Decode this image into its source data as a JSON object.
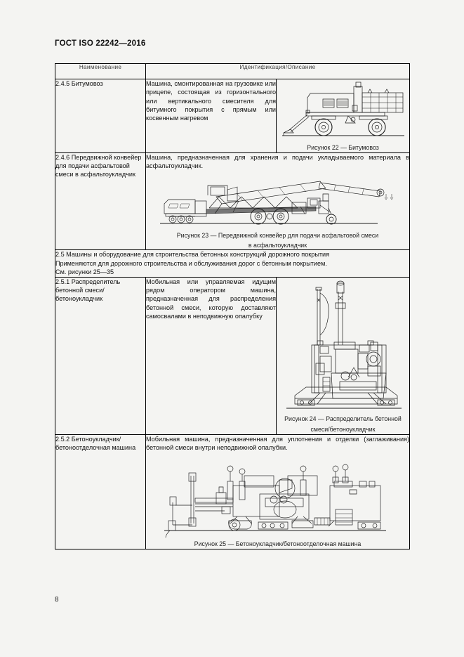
{
  "document": {
    "title": "ГОСТ ISO 22242—2016",
    "page_number": "8"
  },
  "table": {
    "headers": {
      "name": "Наименование",
      "description": "Идентификация/Описание"
    },
    "rows": [
      {
        "id": "2.4.5",
        "name": "2.4.5  Битумовоз",
        "description": "Машина, смонтированная на грузовике или прицепе, состоящая из горизонтального или вертикального смесителя для битумного покрытия с прямым или косвенным нагревом",
        "figure_caption": "Рисунок 22 — Битумовоз",
        "figure_name": "bitumen-truck-illustration"
      },
      {
        "id": "2.4.6",
        "name": "2.4.6  Передвижной конвейер для подачи асфальтовой смеси в асфальтоукладчик",
        "description": "Машина, предназначенная для хранения и подачи укладываемого материала в асфальтоукладчик.",
        "figure_caption_line1": "Рисунок 23 — Передвижной конвейер для подачи асфальтовой смеси",
        "figure_caption_line2": "в асфальтоукладчик",
        "figure_name": "mobile-conveyor-illustration"
      },
      {
        "id": "2.5",
        "section_line1": "2.5  Машины и оборудование для строительства бетонных конструкций дорожного покрытия",
        "section_line2": "Применяются для дорожного строительства и обслуживания дорог с бетонным покрытием.",
        "section_line3": "См. рисунки 25—35"
      },
      {
        "id": "2.5.1",
        "name": "2.5.1  Распределитель бетонной смеси/ бетоноукладчик",
        "description": "Мобильная или управляемая идущим рядом оператором машина, предназначенная для распределения бетонной смеси, которую доставляют самосвалами в неподвижную опалубку",
        "figure_caption_line1": "Рисунок 24 — Распределитель бетонной",
        "figure_caption_line2": "смеси/бетоноукладчик",
        "figure_name": "concrete-spreader-illustration"
      },
      {
        "id": "2.5.2",
        "name": "2.5.2  Бетоноукладчик/ бетоноотделочная машина",
        "description": "Мобильная машина, предназначенная для уплотнения и отделки (заглаживания) бетонной смеси внутри неподвижной опалубки.",
        "figure_caption": "Рисунок 25 — Бетоноукладчик/бетоноотделочная машина",
        "figure_name": "concrete-paver-illustration"
      }
    ]
  }
}
